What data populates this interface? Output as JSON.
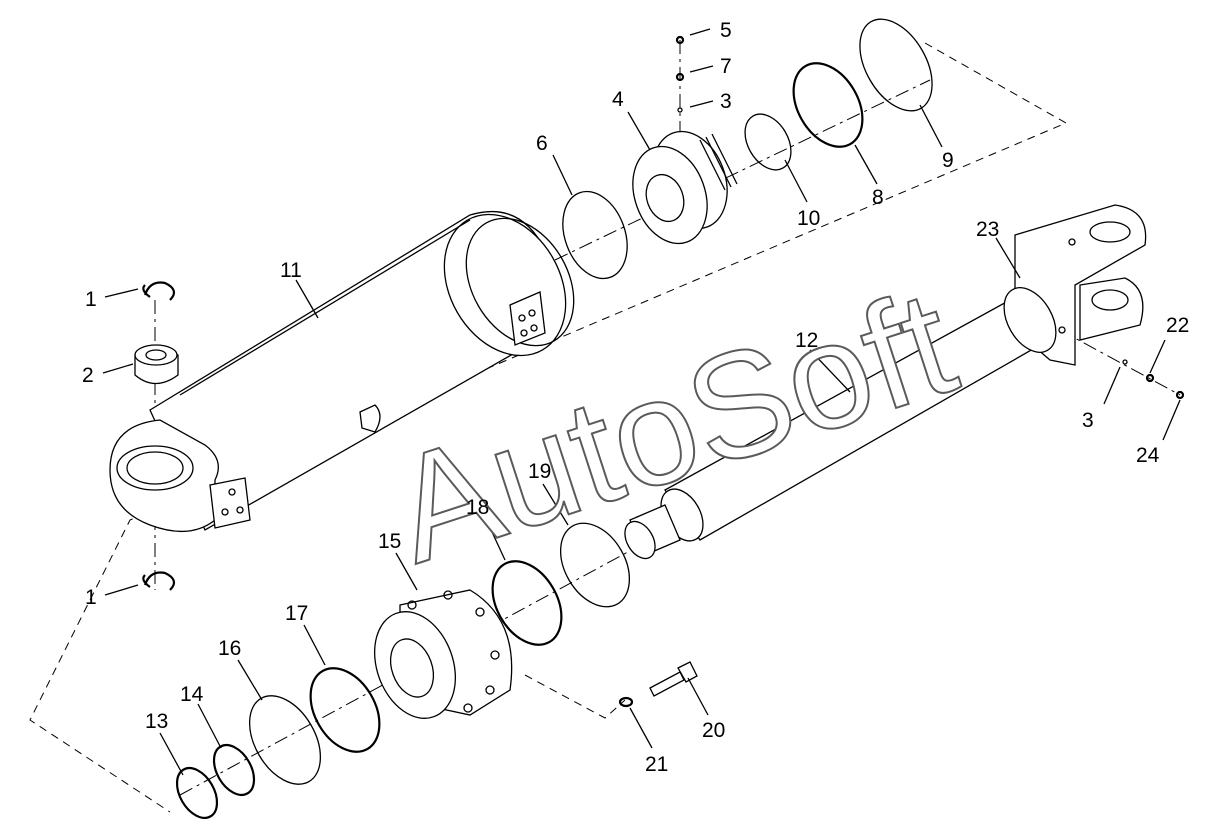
{
  "callouts": [
    {
      "id": "c1a",
      "text": "1"
    },
    {
      "id": "c2",
      "text": "2"
    },
    {
      "id": "c1b",
      "text": "1"
    },
    {
      "id": "c3a",
      "text": "3"
    },
    {
      "id": "c3b",
      "text": "3"
    },
    {
      "id": "c4",
      "text": "4"
    },
    {
      "id": "c5",
      "text": "5"
    },
    {
      "id": "c6",
      "text": "6"
    },
    {
      "id": "c7",
      "text": "7"
    },
    {
      "id": "c8",
      "text": "8"
    },
    {
      "id": "c9",
      "text": "9"
    },
    {
      "id": "c10",
      "text": "10"
    },
    {
      "id": "c11",
      "text": "11"
    },
    {
      "id": "c12",
      "text": "12"
    },
    {
      "id": "c13",
      "text": "13"
    },
    {
      "id": "c14",
      "text": "14"
    },
    {
      "id": "c15",
      "text": "15"
    },
    {
      "id": "c16",
      "text": "16"
    },
    {
      "id": "c17",
      "text": "17"
    },
    {
      "id": "c18",
      "text": "18"
    },
    {
      "id": "c19",
      "text": "19"
    },
    {
      "id": "c20",
      "text": "20"
    },
    {
      "id": "c21",
      "text": "21"
    },
    {
      "id": "c22",
      "text": "22"
    },
    {
      "id": "c23",
      "text": "23"
    },
    {
      "id": "c24",
      "text": "24"
    }
  ],
  "watermark": {
    "text": "AutoSoft"
  },
  "colors": {
    "line": "#000000",
    "background": "#ffffff",
    "watermark_stroke": "#5a5a5a"
  }
}
